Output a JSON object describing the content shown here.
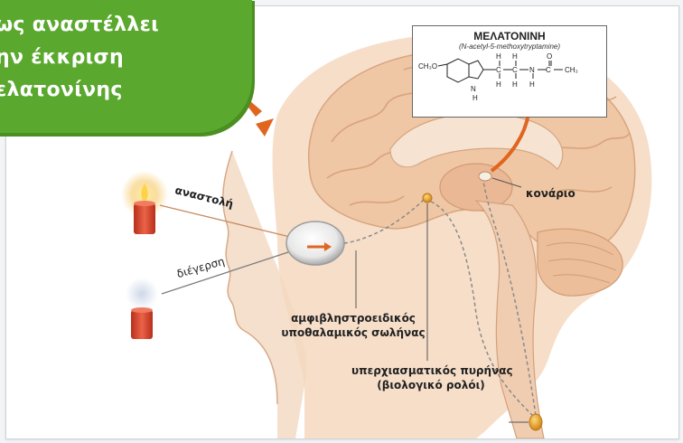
{
  "title": {
    "line1": "ως αναστέλλει",
    "line2": "ην έκκριση",
    "line3": "ελατονίνης"
  },
  "formula": {
    "title": "ΜΕΛΑΤΟΝΙΝΗ",
    "subtitle": "(N-acetyl-5-methoxytryptamine)",
    "methoxy_group": "CH₃O",
    "methyl_group": "CH₃",
    "nitrogen": "N",
    "oxygen": "O",
    "hydrogen": "H",
    "carbon": "C"
  },
  "labels": {
    "inhibition": "αναστολή",
    "stimulation": "διέγερση",
    "pineal": "κονάριο",
    "tract_line1": "αμφιβληστροειδικός",
    "tract_line2": "υποθαλαμικός σωλήνας",
    "scn_line1": "υπερχιασματικός πυρήνας",
    "scn_line2": "(βιολογικό ρολόι)"
  },
  "colors": {
    "title_green": "#5aa82e",
    "arrow_orange": "#e0661f",
    "brain_tone": "#efc7a4",
    "candle_red": "#d6452b"
  }
}
